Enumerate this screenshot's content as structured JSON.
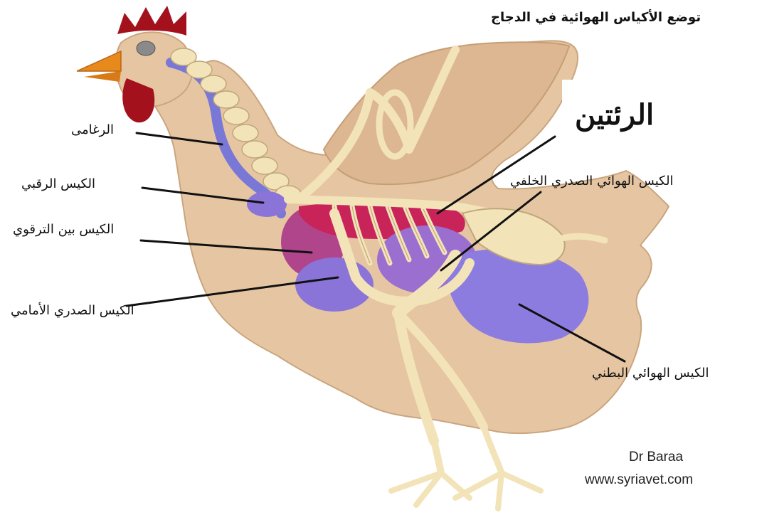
{
  "diagram": {
    "title": "توضع الأكياس الهوائية في الدجاج",
    "labels": {
      "lungs": "الرئتين",
      "trachea": "الرغامى",
      "cervical_sac": "الكيس الرقبي",
      "clavicular_sac": "الكيس بين الترقوي",
      "anterior_thoracic_sac": "الكيس الصدري الأمامي",
      "posterior_thoracic_sac": "الكيس الهوائي الصدري الخلفي",
      "abdominal_sac": "الكيس الهوائي البطني"
    },
    "credit": {
      "author": "Dr Baraa",
      "website": "www.syriavet.com"
    },
    "colors": {
      "body": "#e6c6a2",
      "bone": "#f3e3b8",
      "comb": "#a3121c",
      "beak": "#e8891c",
      "trachea": "#7a78d6",
      "lungs": "#c8245a",
      "air_sac": "#8b74d8",
      "leader_line": "#111111"
    }
  }
}
